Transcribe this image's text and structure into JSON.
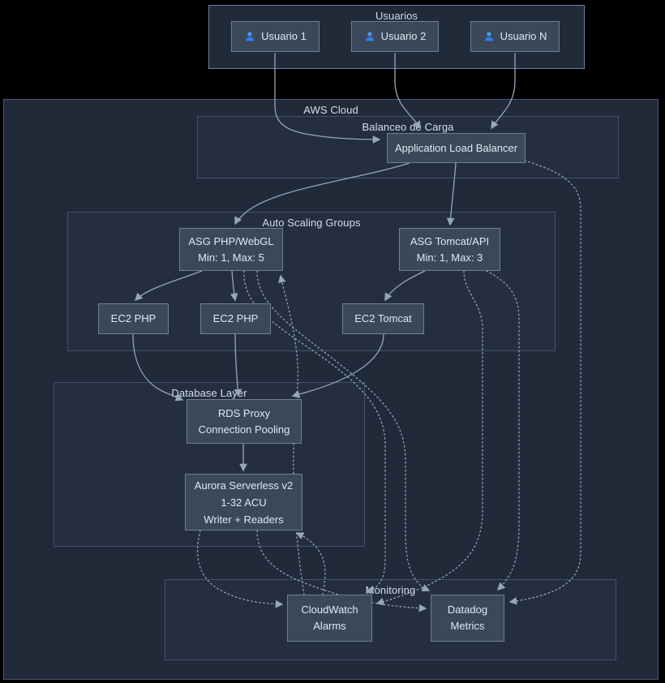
{
  "diagram": {
    "type": "flowchart",
    "direction": "top-down",
    "colors": {
      "page_background": "#000000",
      "outer_cluster_fill": "#202a39",
      "inner_cluster_fill": "#242e3f",
      "cluster_border": "#44526b",
      "node_fill": "#3a4859",
      "node_border": "#6e8094",
      "node_text": "#e2e8f0",
      "edge": "#95a7bd",
      "user_icon_blue": "#2e7fe8"
    }
  },
  "clusters": {
    "usuarios": {
      "label": "Usuarios"
    },
    "aws": {
      "label": "AWS Cloud"
    },
    "lb": {
      "label": "Balanceo de Carga"
    },
    "asg": {
      "label": "Auto Scaling Groups"
    },
    "db": {
      "label": "Database Layer"
    },
    "mon": {
      "label": "Monitoring"
    }
  },
  "nodes": {
    "usuario1": {
      "label": "Usuario 1",
      "icon": "user-icon"
    },
    "usuario2": {
      "label": "Usuario 2",
      "icon": "user-icon"
    },
    "usuarioN": {
      "label": "Usuario N",
      "icon": "user-icon"
    },
    "alb": {
      "label": "Application Load Balancer"
    },
    "asg_php": {
      "line1": "ASG PHP/WebGL",
      "line2": "Min: 1, Max: 5"
    },
    "asg_tomcat": {
      "line1": "ASG Tomcat/API",
      "line2": "Min: 1, Max: 3"
    },
    "ec2_php_1": {
      "label": "EC2 PHP"
    },
    "ec2_php_2": {
      "label": "EC2 PHP"
    },
    "ec2_tomcat": {
      "label": "EC2 Tomcat"
    },
    "rds_proxy": {
      "line1": "RDS Proxy",
      "line2": "Connection Pooling"
    },
    "aurora": {
      "line1": "Aurora Serverless v2",
      "line2": "1-32 ACU",
      "line3": "Writer + Readers"
    },
    "cloudwatch": {
      "line1": "CloudWatch",
      "line2": "Alarms"
    },
    "datadog": {
      "line1": "Datadog",
      "line2": "Metrics"
    }
  },
  "edges": [
    {
      "from": "usuario1",
      "to": "alb",
      "style": "solid"
    },
    {
      "from": "usuario2",
      "to": "alb",
      "style": "solid"
    },
    {
      "from": "usuarioN",
      "to": "alb",
      "style": "solid"
    },
    {
      "from": "alb",
      "to": "asg_php",
      "style": "solid"
    },
    {
      "from": "alb",
      "to": "asg_tomcat",
      "style": "solid"
    },
    {
      "from": "asg_php",
      "to": "ec2_php_1",
      "style": "solid"
    },
    {
      "from": "asg_php",
      "to": "ec2_php_2",
      "style": "solid"
    },
    {
      "from": "asg_tomcat",
      "to": "ec2_tomcat",
      "style": "solid"
    },
    {
      "from": "ec2_php_1",
      "to": "rds_proxy",
      "style": "solid"
    },
    {
      "from": "ec2_php_2",
      "to": "rds_proxy",
      "style": "solid"
    },
    {
      "from": "ec2_tomcat",
      "to": "rds_proxy",
      "style": "solid"
    },
    {
      "from": "rds_proxy",
      "to": "aurora",
      "style": "solid"
    },
    {
      "from": "alb",
      "to": "datadog",
      "style": "dotted"
    },
    {
      "from": "asg_php",
      "to": "cloudwatch",
      "style": "dotted"
    },
    {
      "from": "asg_php",
      "to": "datadog",
      "style": "dotted"
    },
    {
      "from": "asg_tomcat",
      "to": "cloudwatch",
      "style": "dotted"
    },
    {
      "from": "asg_tomcat",
      "to": "datadog",
      "style": "dotted"
    },
    {
      "from": "aurora",
      "to": "cloudwatch",
      "style": "dotted"
    },
    {
      "from": "aurora",
      "to": "datadog",
      "style": "dotted"
    },
    {
      "from": "cloudwatch",
      "to": "asg_php",
      "style": "dotted"
    },
    {
      "from": "cloudwatch",
      "to": "aurora",
      "style": "dotted"
    }
  ]
}
